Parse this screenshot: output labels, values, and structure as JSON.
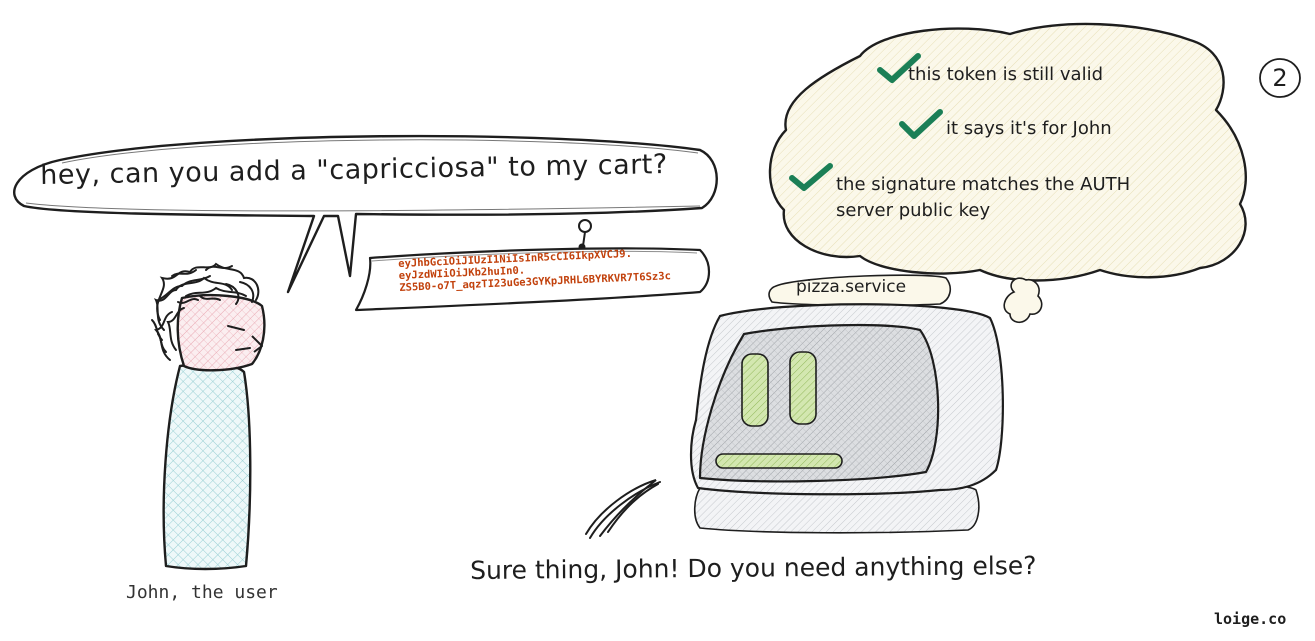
{
  "user": {
    "speech": "hey, can you add a \"capricciosa\" to my cart?",
    "caption": "John, the user"
  },
  "token": {
    "lines": [
      "eyJhbGciOiJIUzI1NiIsInR5cCI6IkpXVCJ9.",
      "eyJzdWIiOiJKb2huIn0.",
      "ZS5B0-o7T_aqzTI23uGe3GYKpJRHL6BYRKVR7T6Sz3c"
    ]
  },
  "service": {
    "name": "pizza.service",
    "reply": "Sure thing, John! Do you need anything else?"
  },
  "thoughts": {
    "checks": [
      {
        "text": "this token is still valid"
      },
      {
        "text": "it says it's for John"
      },
      {
        "line1": "the signature matches the AUTH",
        "line2": "server public key"
      }
    ]
  },
  "step": "2",
  "brand": "loige.co",
  "colors": {
    "ink": "#1e1e1e",
    "token_text": "#c2410c",
    "check": "#1b7f56",
    "cloud_fill": "#f7f3df",
    "robot_fill": "#e9ecef",
    "robot_screen": "#c9ccd0",
    "robot_eyes": "#b7d58a",
    "face_fill": "#f6dadd",
    "body_fill": "#d7eef0"
  }
}
